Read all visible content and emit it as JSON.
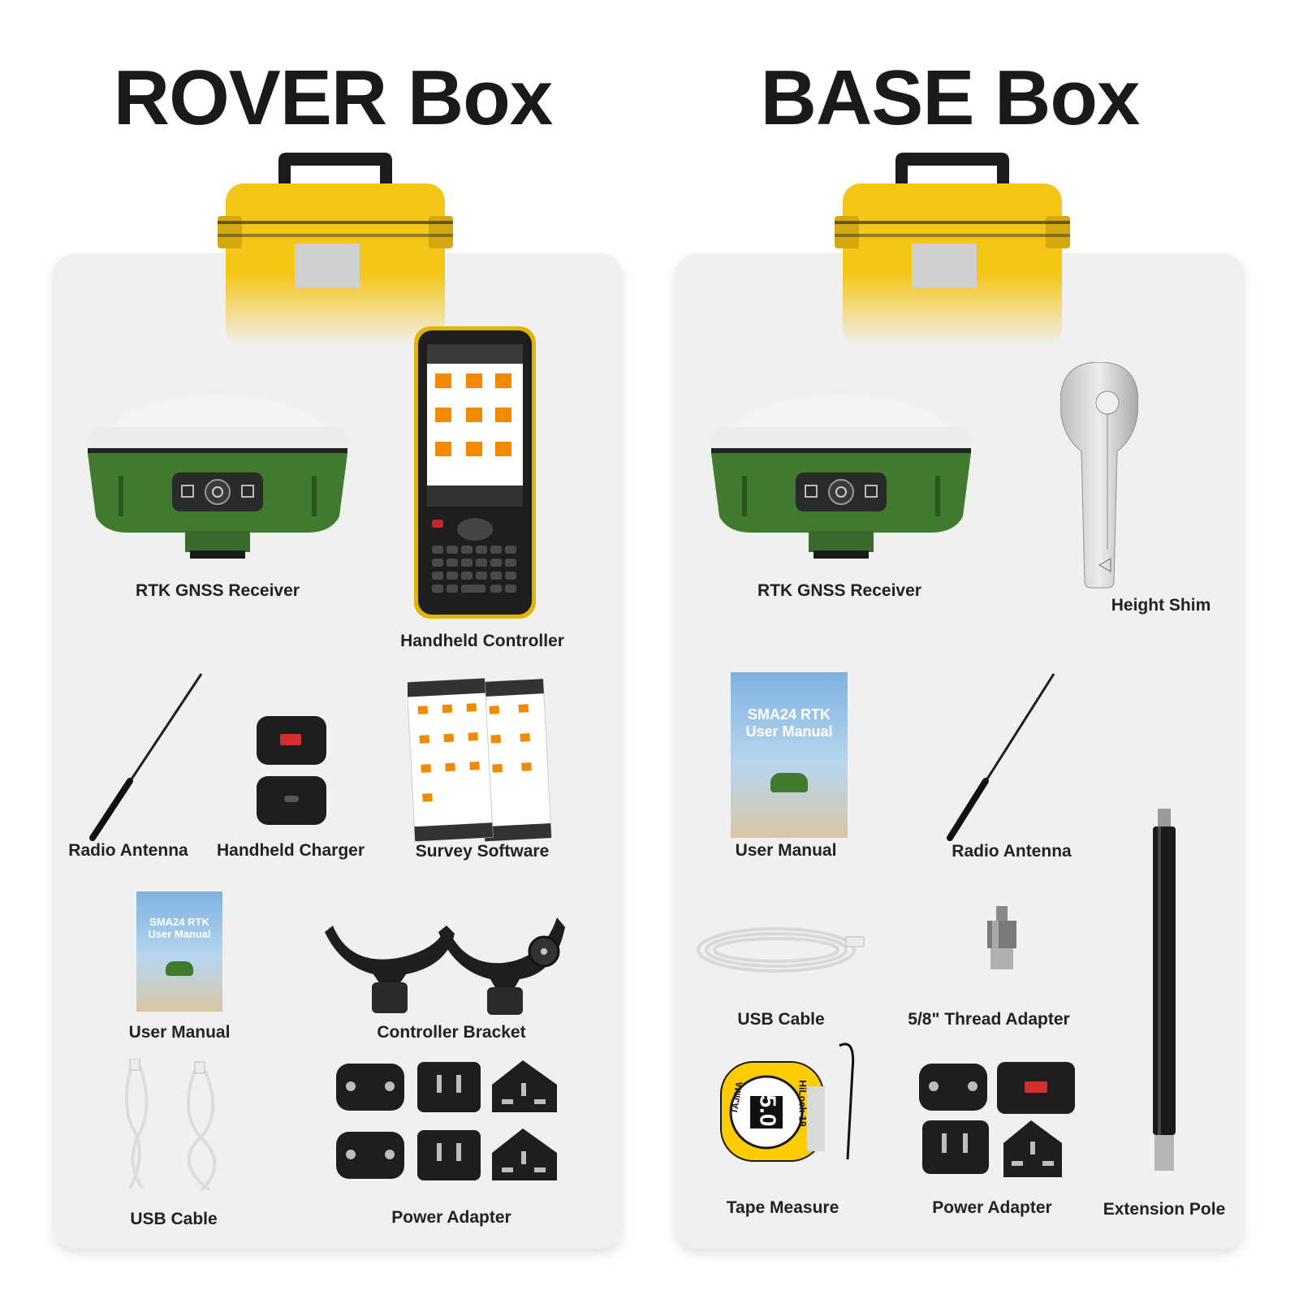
{
  "rover": {
    "title": "ROVER Box",
    "items": {
      "receiver": "RTK GNSS Receiver",
      "controller": "Handheld Controller",
      "antenna": "Radio Antenna",
      "charger": "Handheld Charger",
      "software": "Survey Software",
      "manual": "User Manual",
      "bracket": "Controller Bracket",
      "usb": "USB Cable",
      "power": "Power Adapter"
    }
  },
  "base": {
    "title": "BASE Box",
    "items": {
      "receiver": "RTK GNSS Receiver",
      "shim": "Height Shim",
      "manual": "User Manual",
      "antenna": "Radio Antenna",
      "usb": "USB Cable",
      "thread": "5/8\" Thread Adapter",
      "tape": "Tape Measure",
      "power": "Power Adapter",
      "pole": "Extension Pole"
    }
  },
  "manual_cover": {
    "line1": "SMA24 RTK",
    "line2": "User Manual"
  },
  "tape_brand": "TAJIMA",
  "tape_size": "5.0",
  "tape_model": "HiLock-19",
  "colors": {
    "case_yellow": "#f5c518",
    "receiver_green": "#3f7a2e",
    "panel": "#f0f0f0"
  }
}
